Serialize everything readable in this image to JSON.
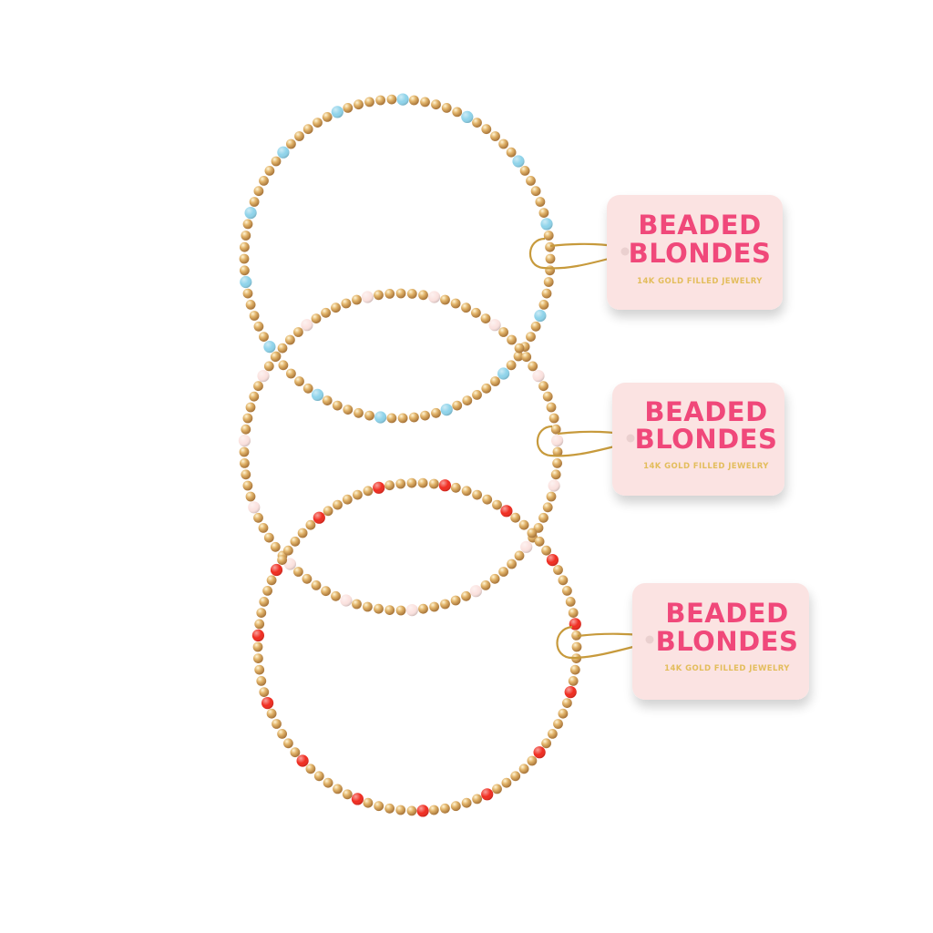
{
  "colors": {
    "background": "#ffffff",
    "tag_fill": "#fbe3e2",
    "brand_text": "#f0487a",
    "gold_text": "#e3bd5c",
    "gold_bead": "#d9a860",
    "wire": "#c79a3c"
  },
  "bracelets": [
    {
      "name": "blue-accent-bracelet",
      "accent_color": "#8ed3ea"
    },
    {
      "name": "blush-accent-bracelet",
      "accent_color": "#fbe2df"
    },
    {
      "name": "red-accent-bracelet",
      "accent_color": "#f02c20"
    }
  ],
  "tags": [
    {
      "line1": "BEADED",
      "line2": "BLONDES",
      "subtitle": "14K GOLD FILLED JEWELRY"
    },
    {
      "line1": "BEADED",
      "line2": "BLONDES",
      "subtitle": "14K GOLD FILLED JEWELRY"
    },
    {
      "line1": "BEADED",
      "line2": "BLONDES",
      "subtitle": "14K GOLD FILLED JEWELRY"
    }
  ]
}
